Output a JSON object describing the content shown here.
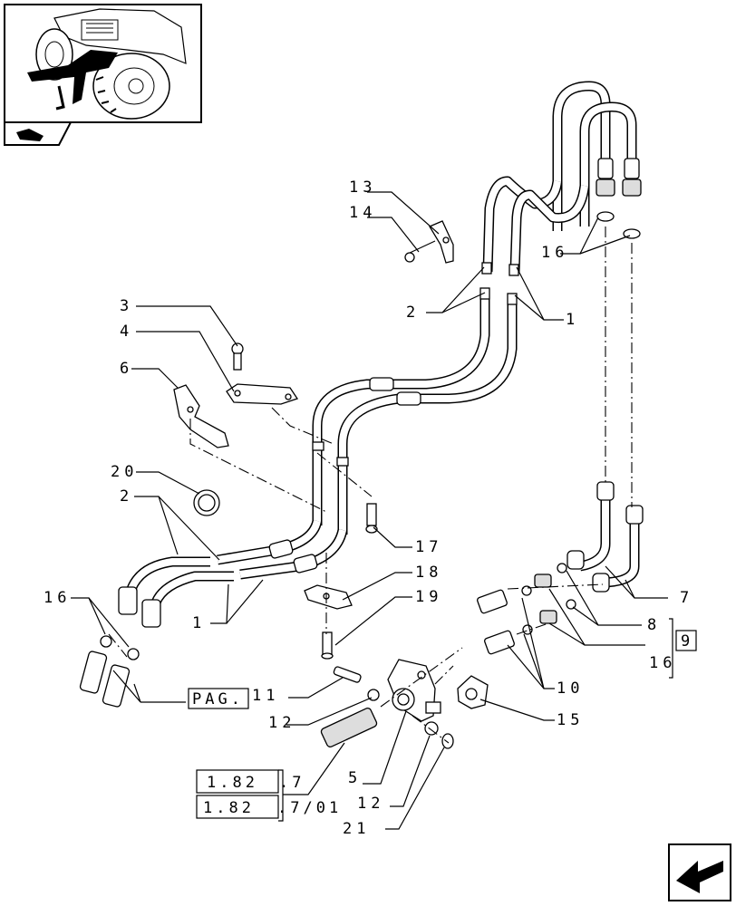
{
  "callouts": {
    "c13": "13",
    "c14": "14",
    "c16_top": "16",
    "c2_top": "2",
    "c1_top": "1",
    "c3": "3",
    "c4": "4",
    "c6": "6",
    "c20": "20",
    "c2_low": "2",
    "c17": "17",
    "c18": "18",
    "c19": "19",
    "c16_left": "16",
    "c1_low": "1",
    "c7": "7",
    "c8": "8",
    "c9": "9",
    "c16_right": "16",
    "c10": "10",
    "c15": "15",
    "c11": "11",
    "c12": "12",
    "c5": "5",
    "c12b": "12",
    "c21": "21"
  },
  "references": {
    "pag": "PAG.",
    "ref1_box": "1.82",
    "ref1_suffix": ".7",
    "ref2_box": "1.82",
    "ref2_suffix": ".7/01"
  }
}
